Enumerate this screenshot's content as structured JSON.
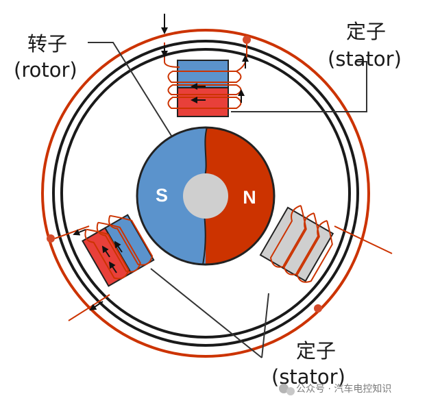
{
  "labels": {
    "rotor_cn": "转子",
    "rotor_en": "(rotor)",
    "stator_top_cn": "定子",
    "stator_top_en": "(stator)",
    "stator_bottom_cn": "定子",
    "stator_bottom_en": "(stator)",
    "pole_s": "S",
    "pole_n": "N"
  },
  "watermark": {
    "icon": "wechat-icon",
    "text": "公众号 · 汽车电控知识"
  },
  "colors": {
    "red": "#cc3300",
    "blue": "#5b93cc",
    "gray": "#cfcfcf",
    "dot": "#d44a2a",
    "ring": "#1a1a1a"
  }
}
